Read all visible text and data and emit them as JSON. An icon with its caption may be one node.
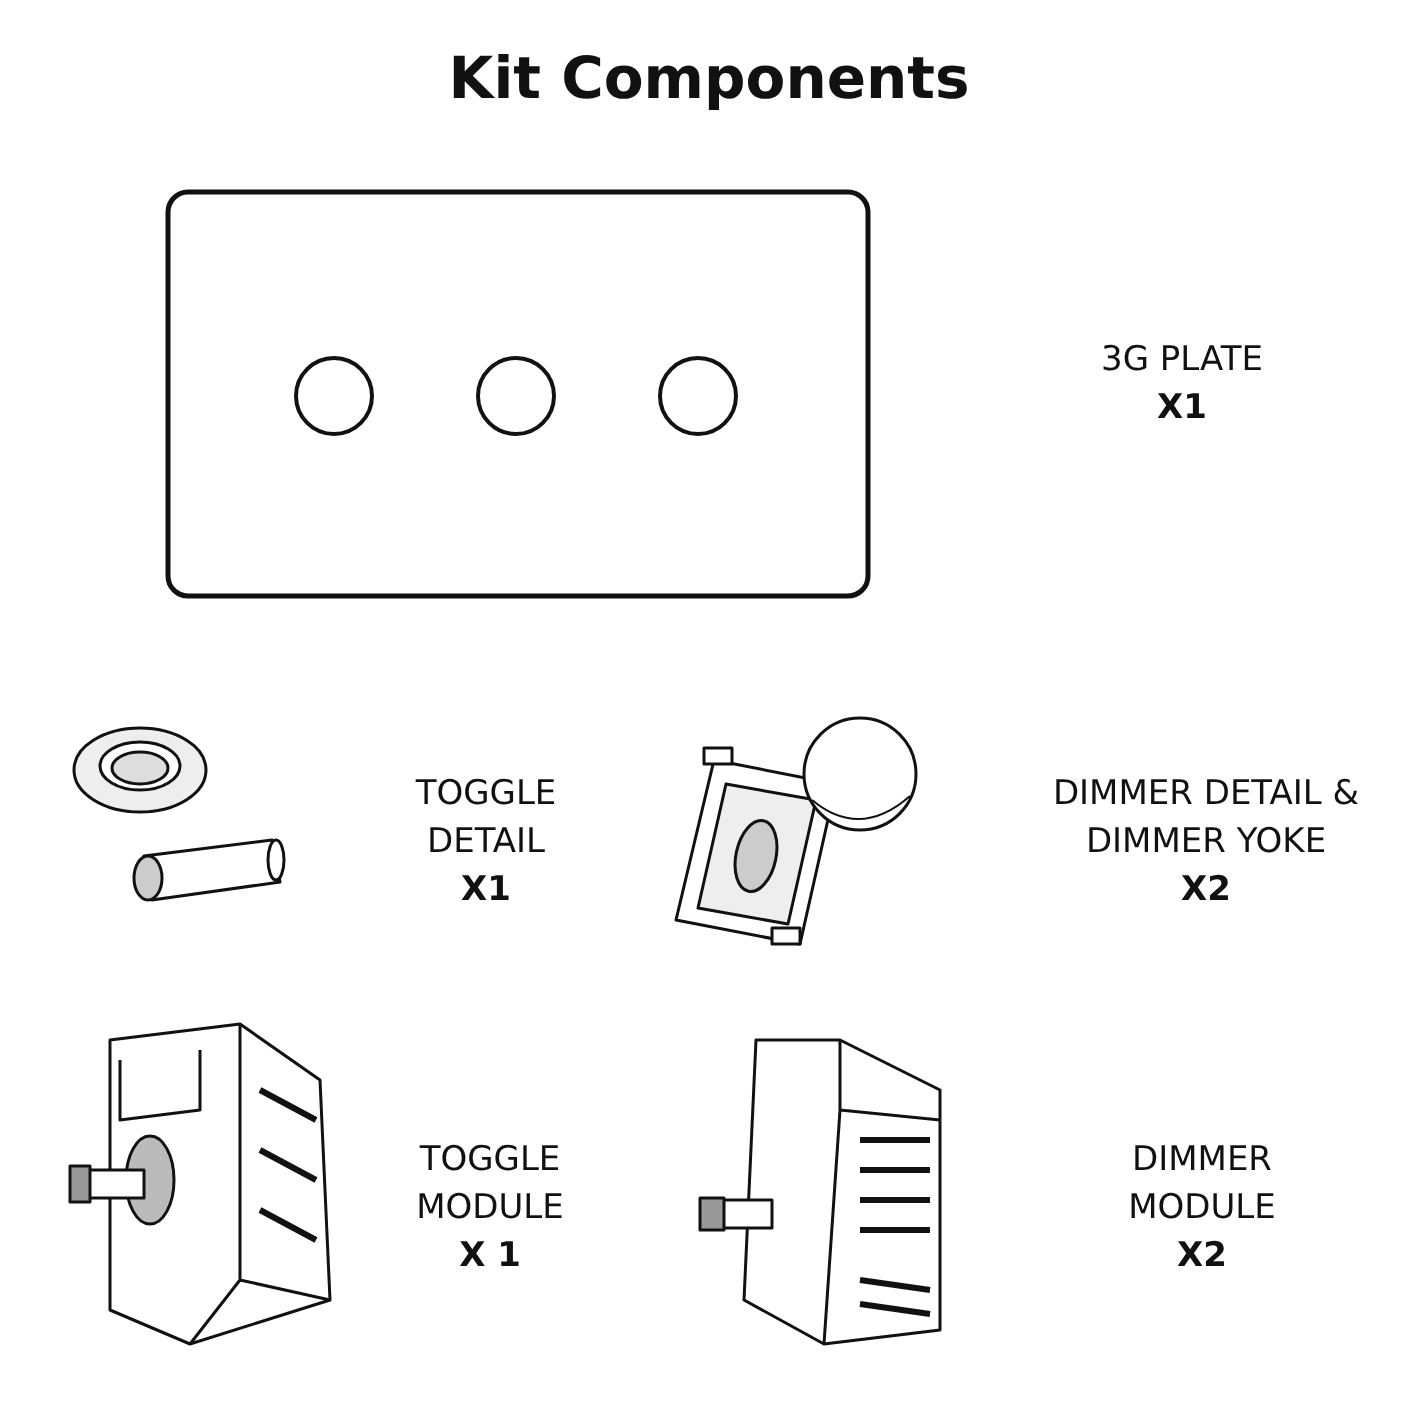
{
  "diagram": {
    "title": "Kit Components",
    "labels": [
      "3G PLATE",
      "X1",
      "TOGGLE DETAIL",
      "X1",
      "DIMMER DETAIL & DIMMER YOKE",
      "X2",
      "TOGGLE MODULE",
      "X 1",
      "DIMMER MODULE",
      "X2"
    ]
  }
}
